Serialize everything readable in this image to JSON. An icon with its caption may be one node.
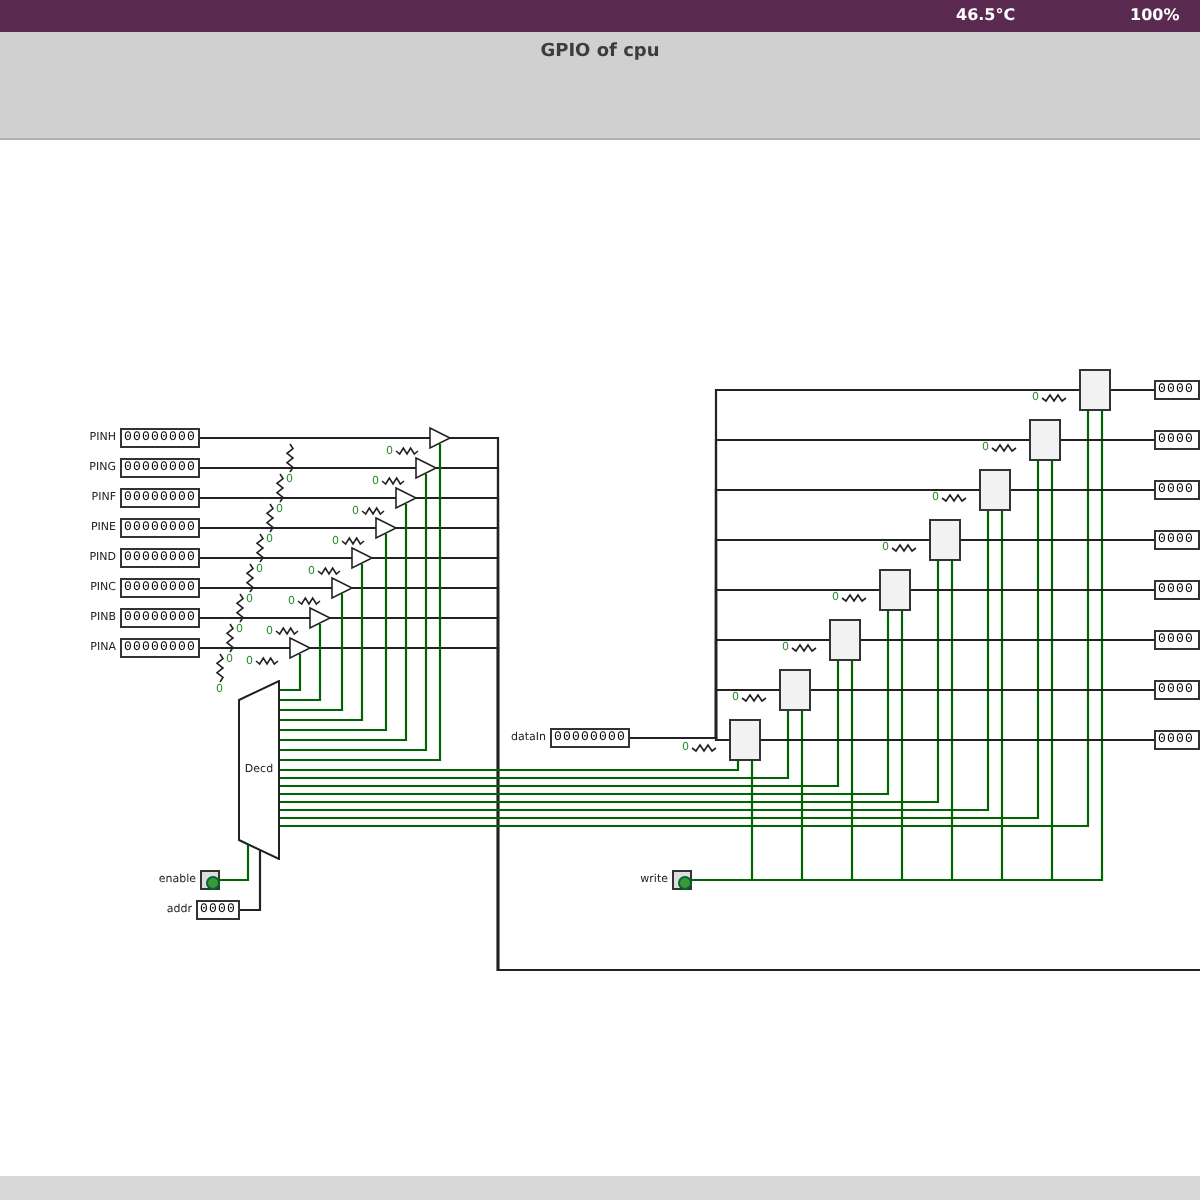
{
  "diagram": {
    "title": "GPIO of cpu",
    "nodes": [
      {
        "text": [
          "PINH",
          "00000000"
        ]
      },
      {
        "text": [
          "PING",
          "00000000"
        ]
      },
      {
        "text": [
          "PINF",
          "00000000"
        ]
      },
      {
        "text": [
          "PINE",
          "00000000"
        ]
      },
      {
        "text": [
          "PIND",
          "00000000"
        ]
      },
      {
        "text": [
          "PINC",
          "00000000"
        ]
      },
      {
        "text": [
          "PINB",
          "00000000"
        ]
      },
      {
        "text": [
          "PINA",
          "00000000"
        ]
      },
      {
        "text": [],
        "shape": "triangle"
      },
      {
        "text": [],
        "shape": "triangle"
      },
      {
        "text": [],
        "shape": "triangle"
      },
      {
        "text": [],
        "shape": "triangle"
      },
      {
        "text": [],
        "shape": "triangle"
      },
      {
        "text": [],
        "shape": "triangle"
      },
      {
        "text": [],
        "shape": "triangle"
      },
      {
        "text": [],
        "shape": "triangle"
      },
      {
        "text": [
          "Decd"
        ]
      },
      {
        "text": [
          "enable"
        ]
      },
      {
        "text": [
          "addr",
          "0000"
        ]
      },
      {
        "text": [
          "dataIn",
          "00000000"
        ]
      },
      {
        "text": [
          "write"
        ]
      },
      {
        "text": [],
        "shape": "box"
      },
      {
        "text": [],
        "shape": "box"
      },
      {
        "text": [],
        "shape": "box"
      },
      {
        "text": [],
        "shape": "box"
      },
      {
        "text": [],
        "shape": "box"
      },
      {
        "text": [],
        "shape": "box"
      },
      {
        "text": [],
        "shape": "box"
      },
      {
        "text": [],
        "shape": "box"
      },
      {
        "text": [
          "0000"
        ]
      },
      {
        "text": [
          "0000"
        ]
      },
      {
        "text": [
          "0000"
        ]
      },
      {
        "text": [
          "0000"
        ]
      },
      {
        "text": [
          "0000"
        ]
      },
      {
        "text": [
          "0000"
        ]
      },
      {
        "text": [
          "0000"
        ]
      },
      {
        "text": [
          "0000"
        ]
      }
    ],
    "edges": [
      {
        "from": 0,
        "to": 8,
        "arrow": "none"
      },
      {
        "from": 1,
        "to": 9,
        "arrow": "none"
      },
      {
        "from": 2,
        "to": 10,
        "arrow": "none"
      },
      {
        "from": 3,
        "to": 11,
        "arrow": "none"
      },
      {
        "from": 4,
        "to": 12,
        "arrow": "none"
      },
      {
        "from": 5,
        "to": 13,
        "arrow": "none"
      },
      {
        "from": 6,
        "to": 14,
        "arrow": "none"
      },
      {
        "from": 7,
        "to": 15,
        "arrow": "none"
      },
      {
        "from": 8,
        "to": null,
        "arrow": "none"
      },
      {
        "from": 9,
        "to": null,
        "arrow": "none"
      },
      {
        "from": 10,
        "to": null,
        "arrow": "none"
      },
      {
        "from": 11,
        "to": null,
        "arrow": "none"
      },
      {
        "from": 12,
        "to": null,
        "arrow": "none"
      },
      {
        "from": 13,
        "to": null,
        "arrow": "none"
      },
      {
        "from": 14,
        "to": null,
        "arrow": "none"
      },
      {
        "from": 15,
        "to": null,
        "arrow": "none"
      },
      {
        "from": 16,
        "to": 8,
        "arrow": "none",
        "color": "#006400"
      },
      {
        "from": 16,
        "to": 9,
        "arrow": "none",
        "color": "#006400"
      },
      {
        "from": 16,
        "to": 10,
        "arrow": "none",
        "color": "#006400"
      },
      {
        "from": 16,
        "to": 11,
        "arrow": "none",
        "color": "#006400"
      },
      {
        "from": 16,
        "to": 12,
        "arrow": "none",
        "color": "#006400"
      },
      {
        "from": 16,
        "to": 13,
        "arrow": "none",
        "color": "#006400"
      },
      {
        "from": 16,
        "to": 14,
        "arrow": "none",
        "color": "#006400"
      },
      {
        "from": 16,
        "to": 15,
        "arrow": "none",
        "color": "#006400"
      },
      {
        "from": 17,
        "to": 16,
        "arrow": "none",
        "color": "#006400"
      },
      {
        "from": 18,
        "to": 16,
        "arrow": "none"
      },
      {
        "from": 16,
        "to": 21,
        "arrow": "none",
        "color": "#006400"
      },
      {
        "from": 16,
        "to": 22,
        "arrow": "none",
        "color": "#006400"
      },
      {
        "from": 16,
        "to": 23,
        "arrow": "none",
        "color": "#006400"
      },
      {
        "from": 16,
        "to": 24,
        "arrow": "none",
        "color": "#006400"
      },
      {
        "from": 16,
        "to": 25,
        "arrow": "none",
        "color": "#006400"
      },
      {
        "from": 16,
        "to": 26,
        "arrow": "none",
        "color": "#006400"
      },
      {
        "from": 16,
        "to": 27,
        "arrow": "none",
        "color": "#006400"
      },
      {
        "from": 16,
        "to": 28,
        "arrow": "none",
        "color": "#006400"
      },
      {
        "from": 19,
        "to": 21,
        "arrow": "none"
      },
      {
        "from": 19,
        "to": 22,
        "arrow": "none"
      },
      {
        "from": 19,
        "to": 23,
        "arrow": "none"
      },
      {
        "from": 19,
        "to": 24,
        "arrow": "none"
      },
      {
        "from": 19,
        "to": 25,
        "arrow": "none"
      },
      {
        "from": 19,
        "to": 26,
        "arrow": "none"
      },
      {
        "from": 19,
        "to": 27,
        "arrow": "none"
      },
      {
        "from": 19,
        "to": 28,
        "arrow": "none"
      },
      {
        "from": 20,
        "to": 21,
        "arrow": "none",
        "color": "#006400"
      },
      {
        "from": 20,
        "to": 22,
        "arrow": "none",
        "color": "#006400"
      },
      {
        "from": 20,
        "to": 23,
        "arrow": "none",
        "color": "#006400"
      },
      {
        "from": 20,
        "to": 24,
        "arrow": "none",
        "color": "#006400"
      },
      {
        "from": 20,
        "to": 25,
        "arrow": "none",
        "color": "#006400"
      },
      {
        "from": 20,
        "to": 26,
        "arrow": "none",
        "color": "#006400"
      },
      {
        "from": 20,
        "to": 27,
        "arrow": "none",
        "color": "#006400"
      },
      {
        "from": 20,
        "to": 28,
        "arrow": "none",
        "color": "#006400"
      },
      {
        "from": 21,
        "to": 29,
        "arrow": "none"
      },
      {
        "from": 22,
        "to": 30,
        "arrow": "none"
      },
      {
        "from": 23,
        "to": 31,
        "arrow": "none"
      },
      {
        "from": 24,
        "to": 32,
        "arrow": "none"
      },
      {
        "from": 25,
        "to": 33,
        "arrow": "none"
      },
      {
        "from": 26,
        "to": 34,
        "arrow": "none"
      },
      {
        "from": 27,
        "to": 35,
        "arrow": "none"
      },
      {
        "from": 28,
        "to": 36,
        "arrow": "none"
      }
    ],
    "labels": [
      "46.5°C",
      "100%",
      "0",
      "0",
      "0",
      "0",
      "0",
      "0",
      "0",
      "0",
      "0",
      "0",
      "0",
      "0",
      "0",
      "0",
      "0",
      "0",
      "0",
      "0",
      "0",
      "0",
      "0",
      "0",
      "0",
      "0"
    ]
  }
}
